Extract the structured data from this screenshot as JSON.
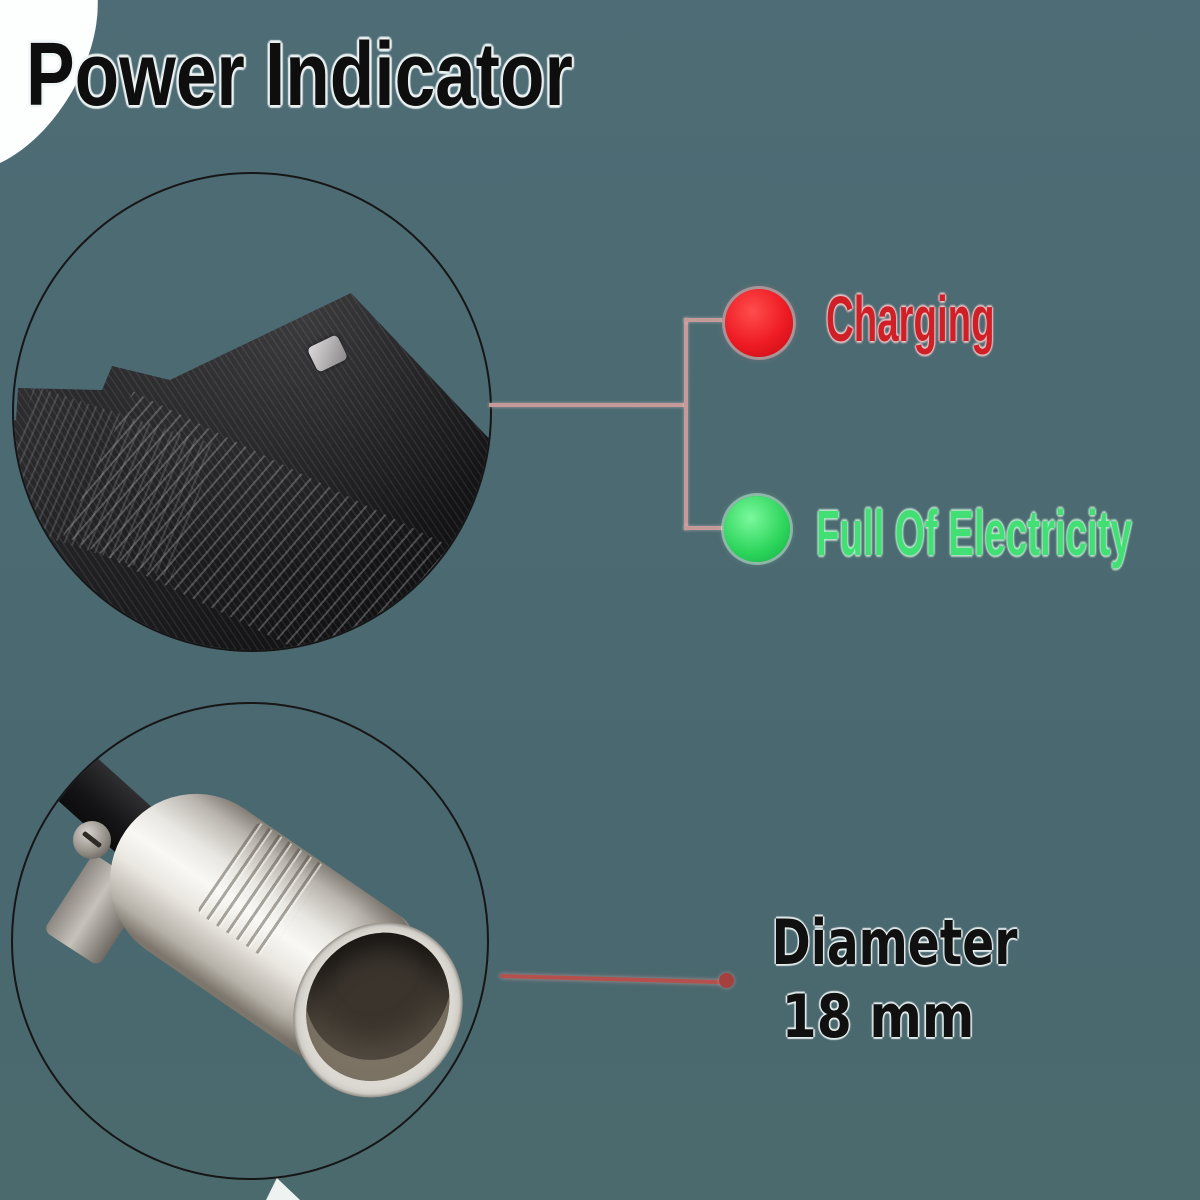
{
  "title": "Power Indicator",
  "legend": {
    "items": [
      {
        "label": "Charging",
        "dot_color": "#ee1b23",
        "text_color": "#d02027"
      },
      {
        "label": "Full Of Electricity",
        "dot_color": "#2bd45a",
        "text_color": "#42df75"
      }
    ]
  },
  "dimension_callout": {
    "line1": "Diameter",
    "line2": "18 mm"
  },
  "figures": {
    "charger_image": "black-power-adapter-with-led-indicator-window",
    "connector_image": "xlr-3-pin-male-connector"
  },
  "colors": {
    "background": "#4c6a71",
    "bracket_line": "#c79a9a",
    "pointer_line": "#b5504c",
    "circle_outline": "#161616",
    "title_text": "#0e0e0e"
  }
}
